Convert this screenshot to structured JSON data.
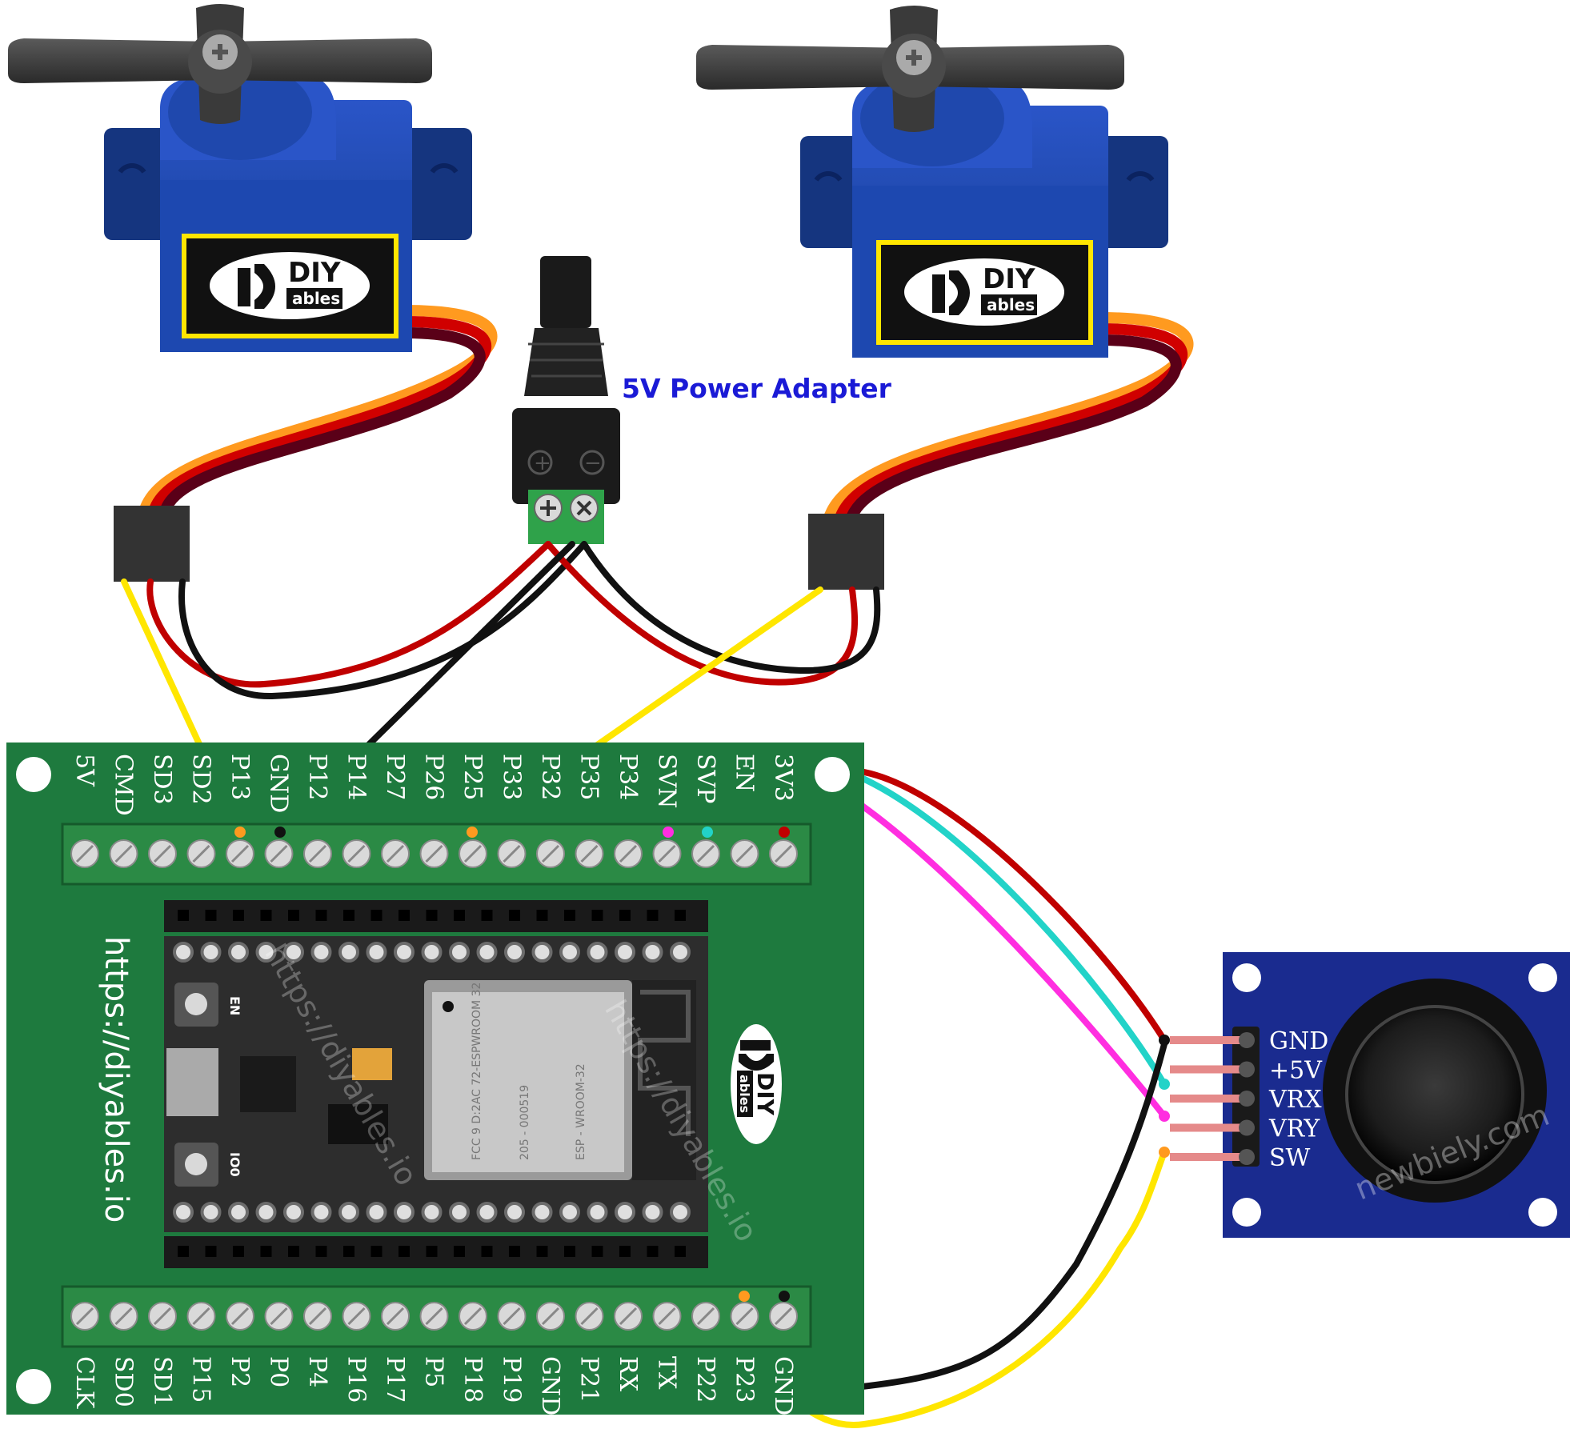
{
  "adapter": {
    "label": "5V Power Adapter",
    "plus": "+",
    "minus": "−"
  },
  "servo_left": {
    "brand_top": "DIY",
    "brand_bottom": "ables"
  },
  "servo_right": {
    "brand_top": "DIY",
    "brand_bottom": "ables"
  },
  "esp32": {
    "top_pins": [
      "5V",
      "CMD",
      "SD3",
      "SD2",
      "P13",
      "GND",
      "P12",
      "P14",
      "P27",
      "P26",
      "P25",
      "P33",
      "P32",
      "P35",
      "P34",
      "SVN",
      "SVP",
      "EN",
      "3V3"
    ],
    "bottom_pins": [
      "CLK",
      "SD0",
      "SD1",
      "P15",
      "P2",
      "P0",
      "P4",
      "P16",
      "P17",
      "P5",
      "P18",
      "P19",
      "GND",
      "P21",
      "RX",
      "TX",
      "P22",
      "P23",
      "GND"
    ],
    "url": "https://diyables.io",
    "watermark": "https://diyables.io",
    "module_text": [
      "ESP - WROOM-32",
      "205 - 000519",
      "FCC 9 D:2AC 72-ESPWROOM 32"
    ],
    "en_label": "EN",
    "io0_label": "IO0",
    "logo_top": "DIY",
    "logo_bottom": "ables"
  },
  "joystick": {
    "pins": [
      "GND",
      "+5V",
      "VRX",
      "VRY",
      "SW"
    ],
    "watermark": "newbiely.com"
  },
  "colors": {
    "board": "#1e7a3e",
    "terminal": "#2b8a45",
    "servo_blue": "#1e44a8",
    "joystick_blue": "#1a2b8f",
    "wire_yellow": "#ffe600",
    "wire_red": "#c00000",
    "wire_black": "#111111",
    "wire_magenta": "#ff2ee0",
    "wire_cyan": "#22d3c8",
    "wire_orange": "#ff9a1f"
  }
}
